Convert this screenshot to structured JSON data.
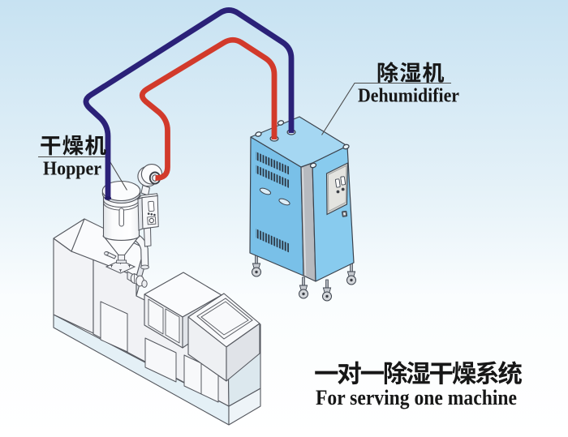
{
  "title": "One-to-one dehumidifying drying system diagram",
  "labels": {
    "hopper": {
      "zh": "干燥机",
      "en": "Hopper"
    },
    "dehumidifier": {
      "zh": "除湿机",
      "en": "Dehumidifier"
    },
    "caption": {
      "zh": "一对一除湿干燥系统",
      "en": "For serving one machine"
    }
  },
  "colors": {
    "dry_air_pipe": "#d23a2b",
    "return_air_pipe": "#2b2178",
    "cabinet_left_face": "#79c0e8",
    "cabinet_right_face": "#88cbee",
    "cabinet_top_face": "#a5d7f2",
    "machine_body": "#f3f4f6",
    "label_text": "#171717",
    "background_top": "#c7e2f2",
    "background_bottom": "#ffffff"
  },
  "components": {
    "machine": "extruder machine",
    "hopper": "hopper dryer",
    "blower": "suction blower",
    "control_box": "hopper control box",
    "dehumidifier": "dehumidifier cabinet",
    "pipe_red": "dry air supply pipe",
    "pipe_blue": "return air pipe"
  }
}
